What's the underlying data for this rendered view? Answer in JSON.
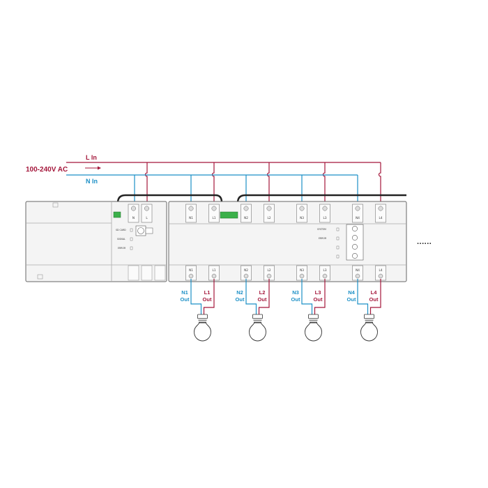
{
  "supply": {
    "voltage": "100-240V AC",
    "l_in": "L In",
    "n_in": "N In"
  },
  "controller": {
    "terminals": [
      "N",
      "L"
    ],
    "leds": [
      "SD CARD",
      "SIGNAL",
      "ERROR"
    ]
  },
  "relay_module": {
    "top_terminals": [
      "N1",
      "L1",
      "N2",
      "L2",
      "N3",
      "L3",
      "N4",
      "L4"
    ],
    "bottom_terminals": [
      "N1",
      "L1",
      "N2",
      "L2",
      "N3",
      "L3",
      "N4",
      "L4"
    ],
    "leds": [
      "SYSTEM",
      "ERROR",
      "",
      ""
    ],
    "outputs": [
      {
        "n": "N1",
        "l": "L1",
        "suffix": "Out"
      },
      {
        "n": "N2",
        "l": "L2",
        "suffix": "Out"
      },
      {
        "n": "N3",
        "l": "L3",
        "suffix": "Out"
      },
      {
        "n": "N4",
        "l": "L4",
        "suffix": "Out"
      }
    ]
  },
  "continuation": "......",
  "colors": {
    "live": "#a4163a",
    "neutral": "#1b8fc6",
    "bus": "#222222",
    "module_fill": "#f4f4f4",
    "module_stroke": "#555555",
    "connector": "#3bb04a"
  }
}
